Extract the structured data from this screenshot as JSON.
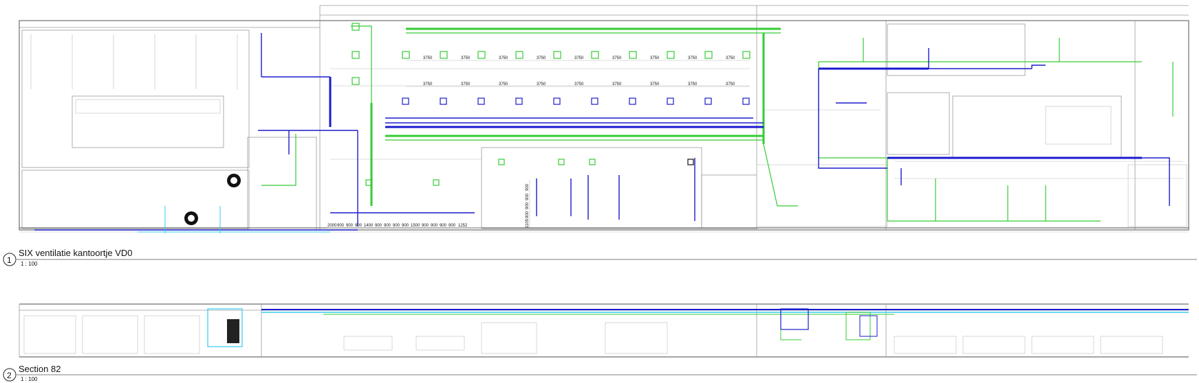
{
  "views": [
    {
      "number": "1",
      "title": "SIX ventilatie kantoortje VD0",
      "scale": "1 : 100"
    },
    {
      "number": "2",
      "title": "Section 82",
      "scale": "1 : 100"
    }
  ],
  "dimensions": {
    "row_spacing": "3750",
    "bottom_run": [
      "2000",
      "900",
      "900",
      "900",
      "1400",
      "900",
      "900",
      "900",
      "900",
      "1500",
      "900",
      "900",
      "900",
      "900",
      "1252"
    ],
    "vertical_run": [
      "900",
      "900",
      "900",
      "900",
      "1105"
    ]
  },
  "colors": {
    "supply_duct": "#1a1acc",
    "return_duct": "#33cc33",
    "cyan_duct": "#33ccee",
    "walls": "#9a9a9a"
  }
}
